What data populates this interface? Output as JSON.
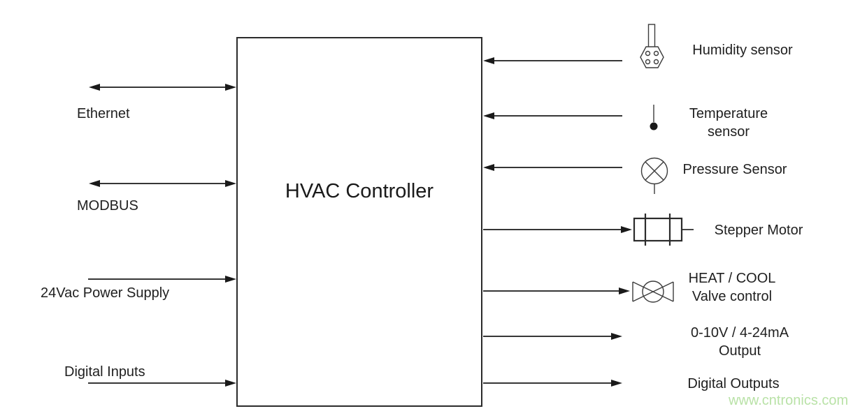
{
  "controller": {
    "title": "HVAC Controller"
  },
  "left_connections": [
    {
      "label": "Ethernet",
      "direction": "bidirectional"
    },
    {
      "label": "MODBUS",
      "direction": "bidirectional"
    },
    {
      "label": "24Vac Power Supply",
      "direction": "into-controller"
    },
    {
      "label": "Digital Inputs",
      "direction": "into-controller"
    }
  ],
  "right_connections": [
    {
      "lines": [
        "Humidity sensor"
      ],
      "direction": "into-controller",
      "icon": "humidity-sensor"
    },
    {
      "lines": [
        "Temperature",
        "sensor"
      ],
      "direction": "into-controller",
      "icon": "temperature-sensor"
    },
    {
      "lines": [
        "Pressure Sensor"
      ],
      "direction": "into-controller",
      "icon": "pressure-sensor"
    },
    {
      "lines": [
        "Stepper Motor"
      ],
      "direction": "out-of-controller",
      "icon": "stepper-motor"
    },
    {
      "lines": [
        "HEAT / COOL",
        "Valve control"
      ],
      "direction": "out-of-controller",
      "icon": "valve"
    },
    {
      "lines": [
        "0-10V / 4-24mA",
        "Output"
      ],
      "direction": "out-of-controller",
      "icon": "none"
    },
    {
      "lines": [
        "Digital Outputs"
      ],
      "direction": "out-of-controller",
      "icon": "none"
    }
  ],
  "watermark": "www.cntronics.com",
  "colors": {
    "line": "#1a1a1a",
    "icon_stroke": "#3c3c3c",
    "text": "#1f1f1f",
    "watermark": "#b9e2a7",
    "background": "#ffffff"
  }
}
